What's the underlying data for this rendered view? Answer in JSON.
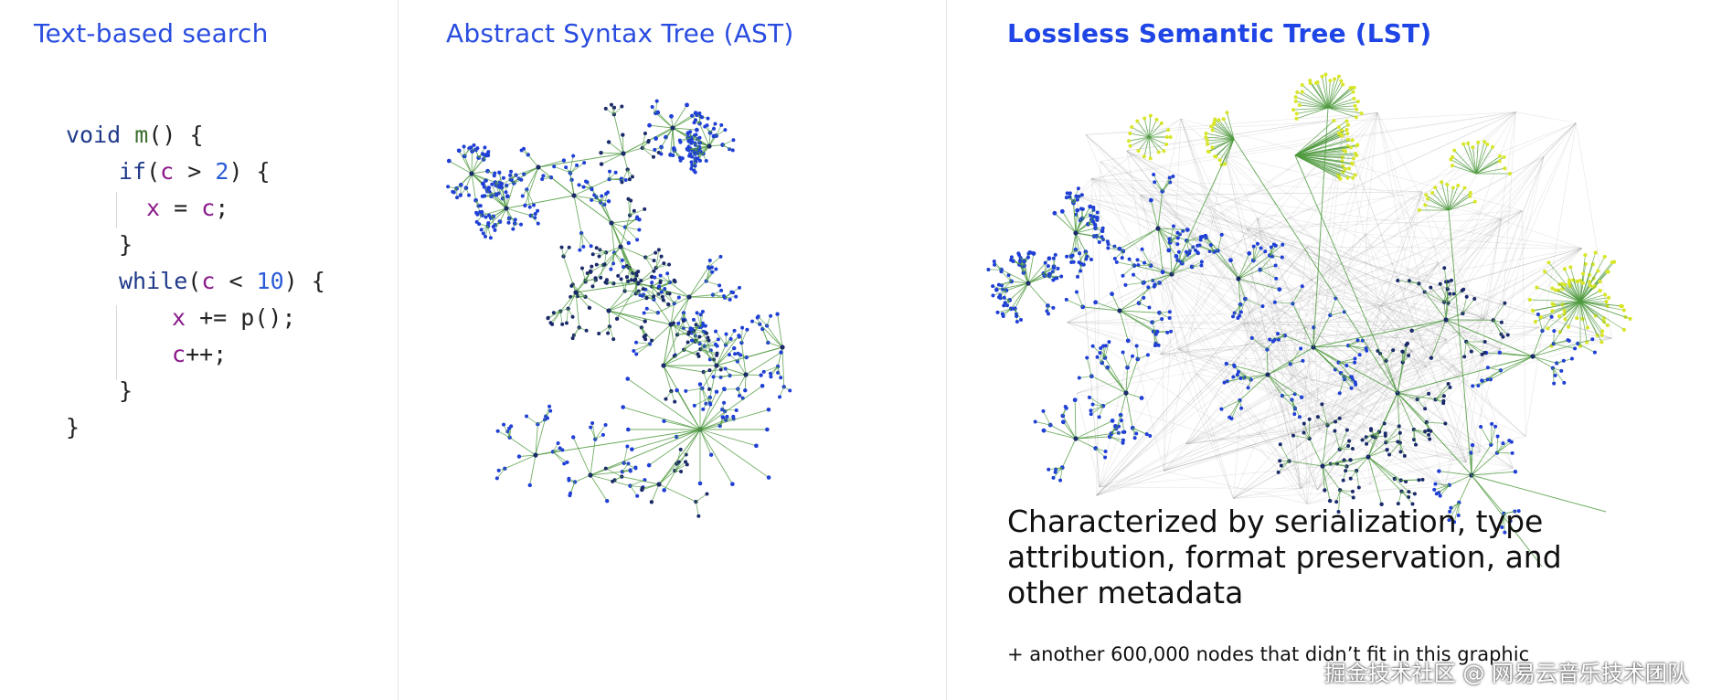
{
  "panels": {
    "text": {
      "title": "Text-based search"
    },
    "ast": {
      "title": "Abstract Syntax Tree (AST)"
    },
    "lst": {
      "title": "Lossless Semantic Tree (LST)",
      "description": "Characterized by serialization, type attribution, format preservation, and other metadata",
      "footnote": "+ another 600,000 nodes that didn’t fit in this graphic"
    }
  },
  "code": {
    "l1": {
      "a": "void",
      "b": " ",
      "c": "m",
      "d": "() {"
    },
    "l2": {
      "a": "if",
      "b": "(",
      "c": "c",
      "d": " > ",
      "e": "2",
      "f": ") {"
    },
    "l3": {
      "a": "x",
      "b": " = ",
      "c": "c",
      "d": ";"
    },
    "l4": {
      "a": "}"
    },
    "l5": {
      "a": "while",
      "b": "(",
      "c": "c",
      "d": " < ",
      "e": "10",
      "f": ") {"
    },
    "l6": {
      "a": "x",
      "b": " += ",
      "c": "p",
      "d": "();"
    },
    "l7": {
      "a": "c",
      "b": "++;"
    },
    "l8": {
      "a": "}"
    },
    "l9": {
      "a": "}"
    }
  },
  "colors": {
    "title": "#2a4de0",
    "node_blue": "#1f3fd6",
    "node_dark": "#1a2a6a",
    "node_yellow": "#d8e62a",
    "edge_green": "#4f9a3e",
    "edge_gray": "#9a9a9a"
  },
  "watermark": "掘金技术社区 @ 网易云音乐技术团队"
}
